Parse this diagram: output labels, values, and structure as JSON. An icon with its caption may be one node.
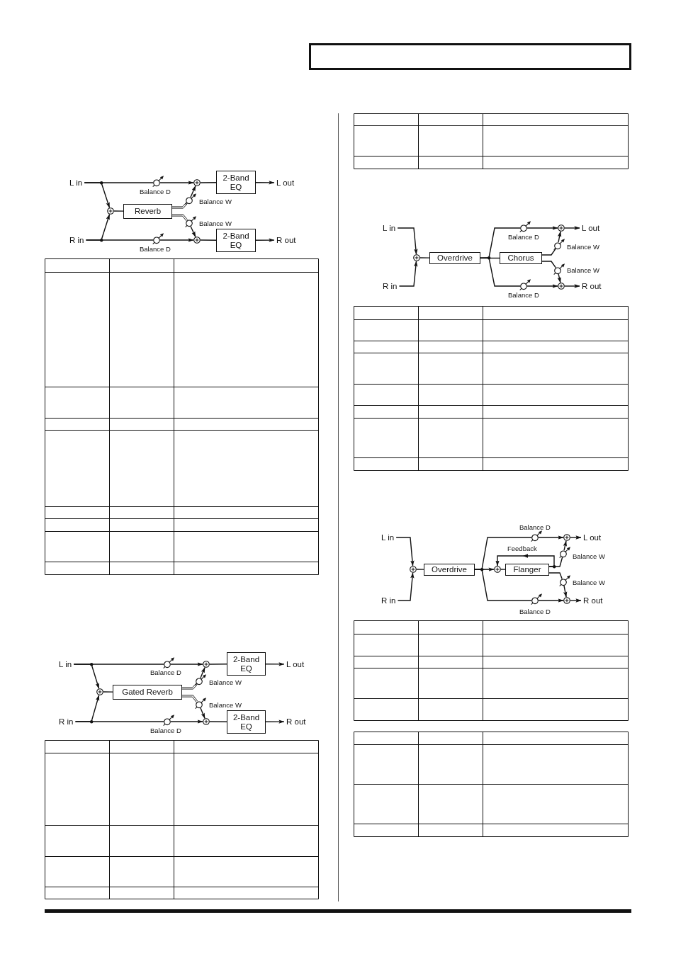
{
  "diagram": {
    "nodes": [
      {
        "text": [
          "L in"
        ]
      },
      {
        "text": [],
        "shape": "knob",
        "beside": [
          "Balance D"
        ]
      },
      {
        "text": [],
        "shape": "circle"
      },
      {
        "text": [
          "2-Band EQ"
        ]
      },
      {
        "text": [
          "L out"
        ]
      },
      {
        "text": [],
        "shape": "circle"
      },
      {
        "text": [
          "Reverb"
        ]
      },
      {
        "text": [],
        "shape": "knob",
        "beside": [
          "Balance W"
        ]
      },
      {
        "text": [],
        "shape": "knob",
        "beside": [
          "Balance W"
        ]
      },
      {
        "text": [
          "R in"
        ]
      },
      {
        "text": [],
        "shape": "knob",
        "beside": [
          "Balance D"
        ]
      },
      {
        "text": [],
        "shape": "circle"
      },
      {
        "text": [
          "2-Band EQ"
        ]
      },
      {
        "text": [
          "R out"
        ]
      },
      {
        "text": [
          "L in"
        ]
      },
      {
        "text": [],
        "shape": "knob",
        "beside": [
          "Balance D"
        ]
      },
      {
        "text": [],
        "shape": "circle"
      },
      {
        "text": [
          "2-Band EQ"
        ]
      },
      {
        "text": [
          "L out"
        ]
      },
      {
        "text": [],
        "shape": "circle"
      },
      {
        "text": [
          "Gated Reverb"
        ]
      },
      {
        "text": [],
        "shape": "knob",
        "beside": [
          "Balance W"
        ]
      },
      {
        "text": [],
        "shape": "knob",
        "beside": [
          "Balance W"
        ]
      },
      {
        "text": [
          "R in"
        ]
      },
      {
        "text": [],
        "shape": "knob",
        "beside": [
          "Balance D"
        ]
      },
      {
        "text": [],
        "shape": "circle"
      },
      {
        "text": [
          "2-Band EQ"
        ]
      },
      {
        "text": [
          "R out"
        ]
      },
      {
        "text": [
          "L in"
        ]
      },
      {
        "text": [],
        "shape": "knob",
        "beside": [
          "Balance D"
        ]
      },
      {
        "text": [],
        "shape": "circle"
      },
      {
        "text": [
          "L out"
        ]
      },
      {
        "text": [],
        "shape": "knob",
        "beside": [
          "Balance W"
        ]
      },
      {
        "text": [],
        "shape": "circle"
      },
      {
        "text": [
          "Overdrive"
        ]
      },
      {
        "text": [
          "Chorus"
        ]
      },
      {
        "text": [],
        "shape": "knob",
        "beside": [
          "Balance W"
        ]
      },
      {
        "text": [
          "R in"
        ]
      },
      {
        "text": [],
        "shape": "knob",
        "beside": [
          "Balance D"
        ]
      },
      {
        "text": [],
        "shape": "circle"
      },
      {
        "text": [
          "R out"
        ]
      },
      {
        "text": [
          "L in"
        ]
      },
      {
        "text": [],
        "shape": "knob",
        "beside": [
          "Balance D"
        ]
      },
      {
        "text": [],
        "shape": "circle"
      },
      {
        "text": [
          "L out"
        ]
      },
      {
        "text": [],
        "shape": "knob",
        "beside": [
          "Balance W"
        ]
      },
      {
        "text": [],
        "shape": "circle"
      },
      {
        "text": [
          "Overdrive"
        ]
      },
      {
        "text": [],
        "shape": "circle"
      },
      {
        "text": [
          "Flanger"
        ]
      },
      {
        "text": [],
        "shape": "knob",
        "beside": [
          "Balance W"
        ]
      },
      {
        "text": [
          "R in"
        ]
      },
      {
        "text": [],
        "shape": "knob",
        "beside": [
          "Balance D"
        ]
      },
      {
        "text": [],
        "shape": "circle"
      },
      {
        "text": [
          "R out"
        ]
      }
    ],
    "edges": [
      {
        "from": 0,
        "to": 1,
        "arrow": "none"
      },
      {
        "from": 1,
        "to": 2,
        "arrow": "to"
      },
      {
        "from": 0,
        "to": 5,
        "arrow": "to"
      },
      {
        "from": 9,
        "to": 5,
        "arrow": "to"
      },
      {
        "from": 9,
        "to": 10,
        "arrow": "none"
      },
      {
        "from": 10,
        "to": 11,
        "arrow": "to"
      },
      {
        "from": 5,
        "to": 6,
        "arrow": "none"
      },
      {
        "from": 6,
        "to": 7,
        "arrow": "none"
      },
      {
        "from": 7,
        "to": 2,
        "arrow": "to"
      },
      {
        "from": 6,
        "to": 8,
        "arrow": "none"
      },
      {
        "from": 8,
        "to": 11,
        "arrow": "to"
      },
      {
        "from": 2,
        "to": 3,
        "arrow": "none"
      },
      {
        "from": 3,
        "to": 4,
        "arrow": "to"
      },
      {
        "from": 11,
        "to": 12,
        "arrow": "none"
      },
      {
        "from": 12,
        "to": 13,
        "arrow": "to"
      },
      {
        "from": 14,
        "to": 15,
        "arrow": "none"
      },
      {
        "from": 15,
        "to": 16,
        "arrow": "to"
      },
      {
        "from": 14,
        "to": 19,
        "arrow": "to"
      },
      {
        "from": 23,
        "to": 19,
        "arrow": "to"
      },
      {
        "from": 23,
        "to": 24,
        "arrow": "none"
      },
      {
        "from": 24,
        "to": 25,
        "arrow": "to"
      },
      {
        "from": 19,
        "to": 20,
        "arrow": "none"
      },
      {
        "from": 20,
        "to": 21,
        "arrow": "none"
      },
      {
        "from": 21,
        "to": 16,
        "arrow": "to"
      },
      {
        "from": 20,
        "to": 22,
        "arrow": "none"
      },
      {
        "from": 22,
        "to": 25,
        "arrow": "to"
      },
      {
        "from": 16,
        "to": 17,
        "arrow": "none"
      },
      {
        "from": 17,
        "to": 18,
        "arrow": "to"
      },
      {
        "from": 25,
        "to": 26,
        "arrow": "none"
      },
      {
        "from": 26,
        "to": 27,
        "arrow": "to"
      },
      {
        "from": 28,
        "to": 33,
        "arrow": "to"
      },
      {
        "from": 37,
        "to": 33,
        "arrow": "to"
      },
      {
        "from": 33,
        "to": 34,
        "arrow": "none"
      },
      {
        "from": 34,
        "to": 29,
        "arrow": "none"
      },
      {
        "from": 34,
        "to": 35,
        "arrow": "none"
      },
      {
        "from": 34,
        "to": 38,
        "arrow": "none"
      },
      {
        "from": 29,
        "to": 30,
        "arrow": "to"
      },
      {
        "from": 35,
        "to": 32,
        "arrow": "none"
      },
      {
        "from": 32,
        "to": 30,
        "arrow": "to"
      },
      {
        "from": 35,
        "to": 36,
        "arrow": "none"
      },
      {
        "from": 36,
        "to": 39,
        "arrow": "to"
      },
      {
        "from": 38,
        "to": 39,
        "arrow": "to"
      },
      {
        "from": 30,
        "to": 31,
        "arrow": "to"
      },
      {
        "from": 39,
        "to": 40,
        "arrow": "to"
      },
      {
        "from": 41,
        "to": 46,
        "arrow": "to"
      },
      {
        "from": 51,
        "to": 46,
        "arrow": "to"
      },
      {
        "from": 46,
        "to": 47,
        "arrow": "none"
      },
      {
        "from": 47,
        "to": 48,
        "arrow": "to"
      },
      {
        "from": 47,
        "to": 42,
        "arrow": "none"
      },
      {
        "from": 47,
        "to": 52,
        "arrow": "none"
      },
      {
        "from": 48,
        "to": 49,
        "arrow": "none"
      },
      {
        "from": 49,
        "to": 48,
        "arrow": "to",
        "label": "Feedback"
      },
      {
        "from": 49,
        "to": 45,
        "arrow": "none"
      },
      {
        "from": 45,
        "to": 43,
        "arrow": "to"
      },
      {
        "from": 49,
        "to": 50,
        "arrow": "none"
      },
      {
        "from": 50,
        "to": 53,
        "arrow": "to"
      },
      {
        "from": 42,
        "to": 43,
        "arrow": "to"
      },
      {
        "from": 52,
        "to": 53,
        "arrow": "to"
      },
      {
        "from": 43,
        "to": 44,
        "arrow": "to"
      },
      {
        "from": 53,
        "to": 54,
        "arrow": "to"
      }
    ]
  }
}
